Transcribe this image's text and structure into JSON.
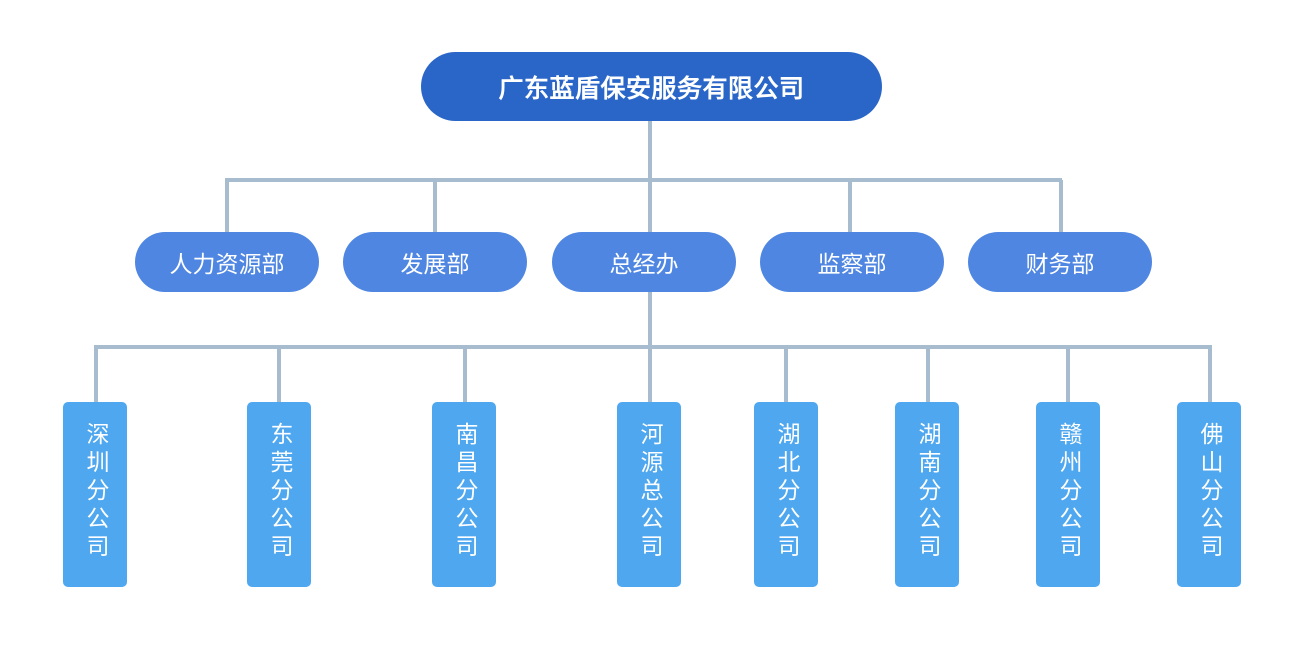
{
  "org_chart": {
    "root": "广东蓝盾保安服务有限公司",
    "departments": [
      "人力资源部",
      "发展部",
      "总经办",
      "监察部",
      "财务部"
    ],
    "branches": [
      "深圳分公司",
      "东莞分公司",
      "南昌分公司",
      "河源总公司",
      "湖北分公司",
      "湖南分公司",
      "赣州分公司",
      "佛山分公司"
    ]
  },
  "colors": {
    "root_fill": "#2a66c8",
    "department_fill": "#4f86e2",
    "branch_fill": "#4ea7ef",
    "connector": "#a8bccf",
    "text": "#ffffff"
  }
}
